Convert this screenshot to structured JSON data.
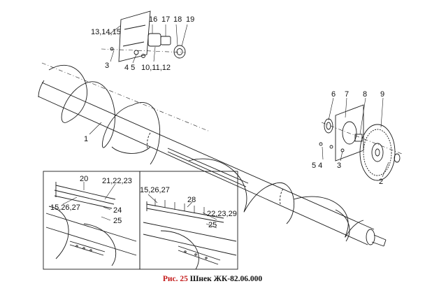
{
  "caption": {
    "figure_number": "Рис. 25",
    "title": "Шнек ЖК-82.06.000"
  },
  "callouts": {
    "c1": "1",
    "c2": "2",
    "c3a": "3",
    "c3b": "3",
    "c4_5_top": "4 5",
    "c5_4_right": "5 4",
    "c6": "6",
    "c7": "7",
    "c8": "8",
    "c9": "9",
    "c10_11_12": "10,11,12",
    "c13_14_15": "13,14,15",
    "c15_26_27_a": "15,26,27",
    "c15_26_27_b": "15,26,27",
    "c16": "16",
    "c17": "17",
    "c18": "18",
    "c19": "19",
    "c20": "20",
    "c21_22_23": "21,22,23",
    "c22_23_29": "22,23,29",
    "c24": "24",
    "c25_a": "25",
    "c25_b": "25",
    "c28": "28"
  },
  "colors": {
    "line": "#1a1a1a",
    "caption_number": "#c41a1a",
    "background": "#ffffff"
  }
}
